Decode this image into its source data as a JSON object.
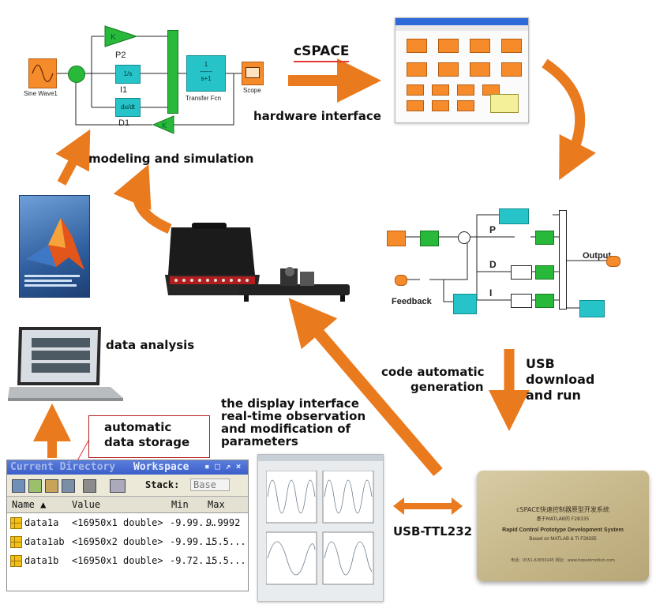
{
  "labels": {
    "cspace": "cSPACE",
    "hardware_interface": "hardware interface",
    "modeling_simulation": "modeling and simulation",
    "data_analysis": "data analysis",
    "automatic_data_storage_1": "automatic",
    "automatic_data_storage_2": "data storage",
    "display_interface_1": "the display interface",
    "display_interface_2": "real-time observation",
    "display_interface_3": "and modification of",
    "display_interface_4": "parameters",
    "code_gen_1": "code automatic",
    "code_gen_2": "generation",
    "usb_1": "USB",
    "usb_2": "download",
    "usb_3": "and run",
    "usb_ttl": "USB-TTL232"
  },
  "simulink_model": {
    "gain_p": "P2",
    "gain_i": "I1",
    "gain_d": "D1",
    "source": "Sine Wave1",
    "transfer": "Transfer Fcn",
    "scope": "Scope"
  },
  "workspace": {
    "title_left": "Current Directory",
    "title_right": "Workspace",
    "stack_label": "Stack:",
    "stack_value": "Base",
    "columns": [
      "Name ▲",
      "Value",
      "Min",
      "Max"
    ],
    "rows": [
      {
        "name": "data1a",
        "value": "<16950x1 double>",
        "min": "-9.99...",
        "max": "9.9992"
      },
      {
        "name": "data1ab",
        "value": "<16950x2 double>",
        "min": "-9.99...",
        "max": "15.5..."
      },
      {
        "name": "data1b",
        "value": "<16950x1 double>",
        "min": "-9.72...",
        "max": "15.5..."
      }
    ]
  },
  "device": {
    "title_cn": "cSPACE快速控制器原型开发系统",
    "subtitle_cn": "基于MATLAB的 F28335",
    "title_en": "Rapid Control Prototype Development System",
    "subtitle_en": "Based on MATLAB & TI F28335",
    "contact": "电话：0551-63830245   网址：www.hopeinmotion.com"
  },
  "controller_model": {
    "p_label": "P",
    "d_label": "D",
    "i_label": "I",
    "output_label": "Output",
    "feedback_label": "Feedback"
  },
  "colors": {
    "arrow": "#ea7a1e",
    "simulink_orange": "#f58b2a",
    "simulink_teal": "#26c4c8",
    "simulink_green": "#28b83a",
    "device_gold": "#c9b98c",
    "storage_box": "#b22222"
  }
}
